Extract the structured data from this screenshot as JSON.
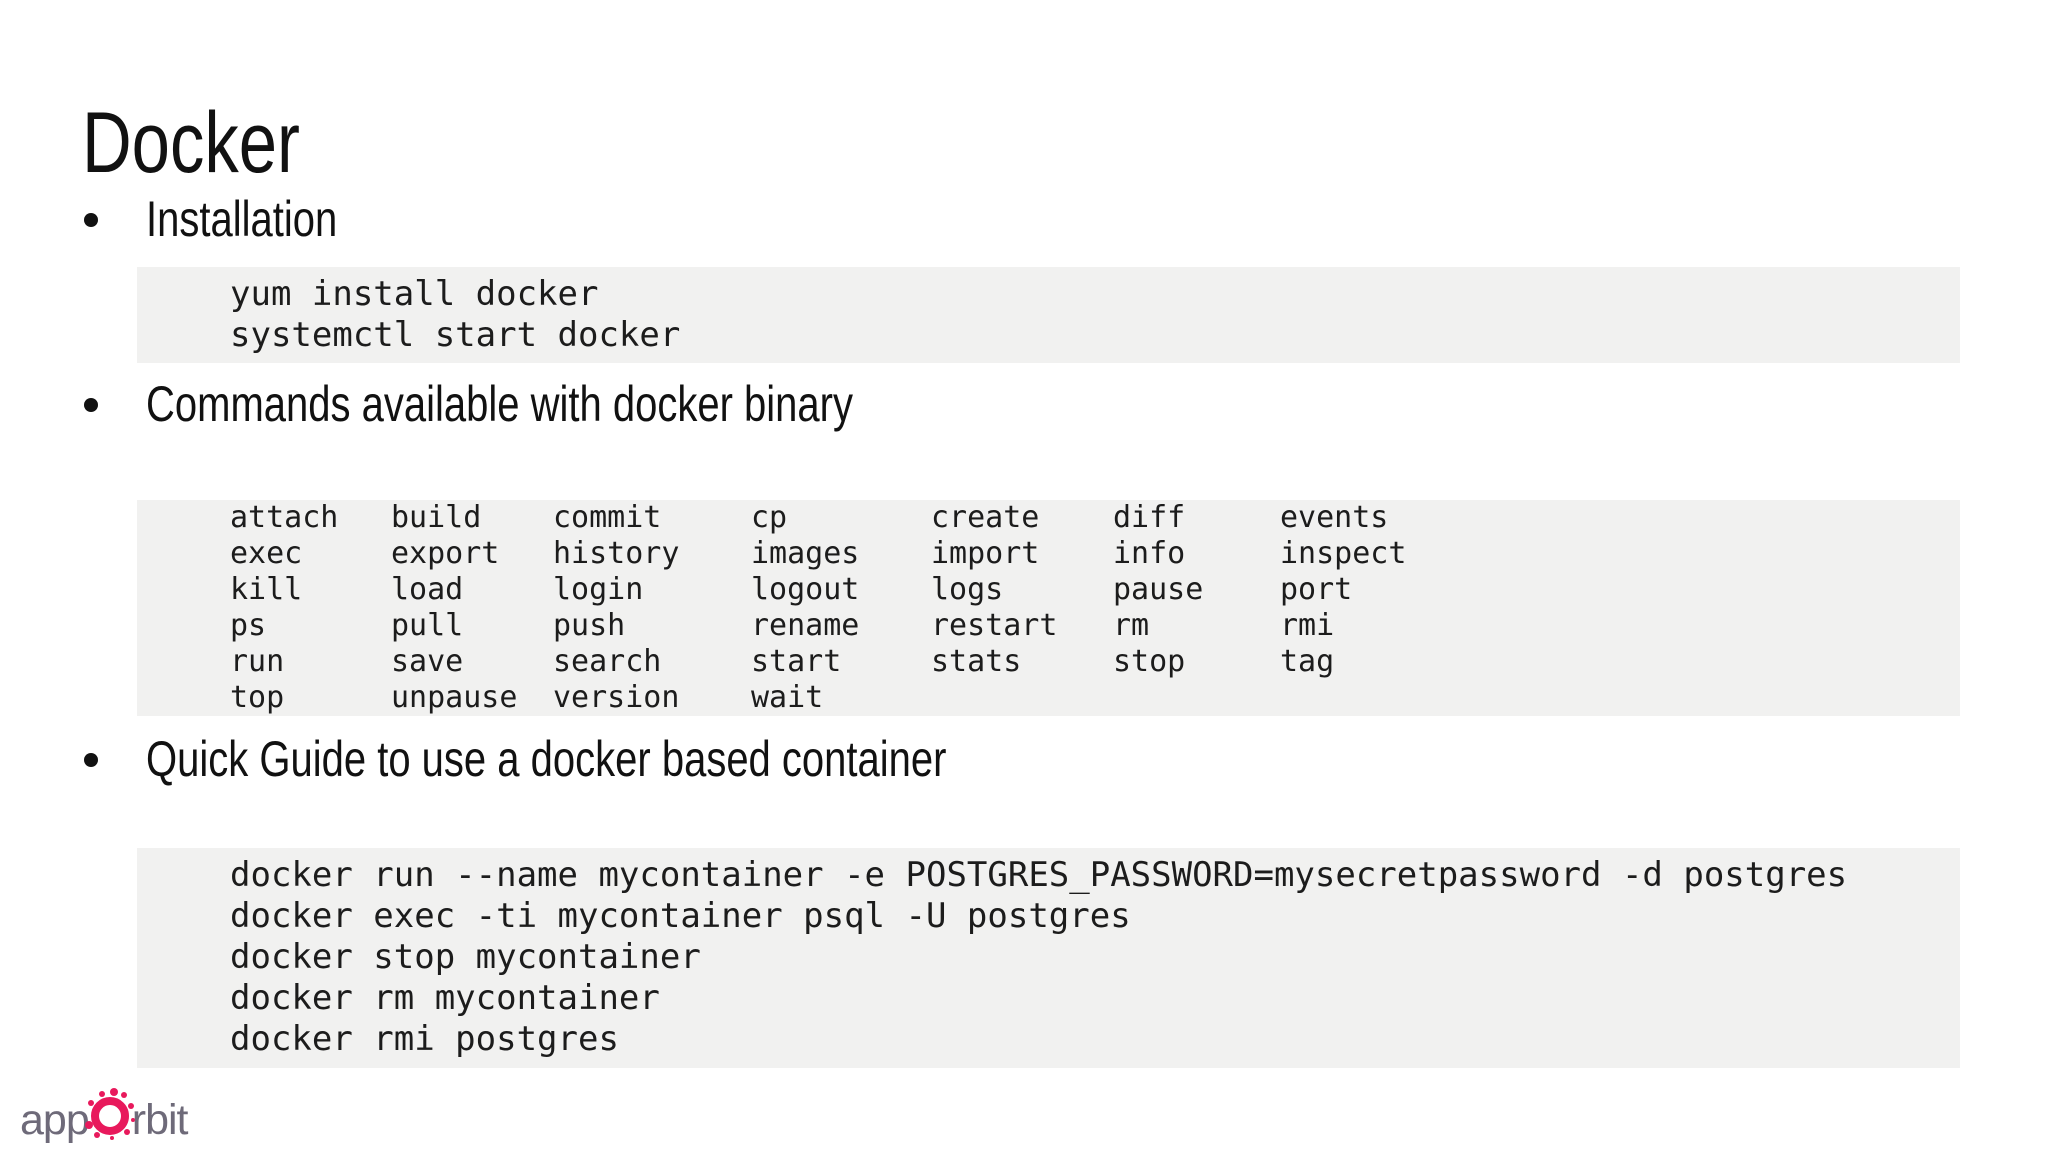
{
  "slide": {
    "title": "Docker",
    "bullets": [
      {
        "label": "Installation"
      },
      {
        "label": "Commands available with docker binary"
      },
      {
        "label": "Quick Guide to use a docker based container"
      }
    ],
    "code_blocks": {
      "install": {
        "lines": [
          "yum install docker",
          "systemctl start docker"
        ]
      },
      "commands": {
        "rows": [
          [
            "attach",
            "build",
            "commit",
            "cp",
            "create",
            "diff",
            "events"
          ],
          [
            "exec",
            "export",
            "history",
            "images",
            "import",
            "info",
            "inspect"
          ],
          [
            "kill",
            "load",
            "login",
            "logout",
            "logs",
            "pause",
            "port"
          ],
          [
            "ps",
            "pull",
            "push",
            "rename",
            "restart",
            "rm",
            "rmi"
          ],
          [
            "run",
            "save",
            "search",
            "start",
            "stats",
            "stop",
            "tag"
          ],
          [
            "top",
            "unpause",
            "version",
            "wait",
            "",
            "",
            ""
          ]
        ]
      },
      "quick_guide": {
        "lines": [
          "docker run --name mycontainer -e POSTGRES_PASSWORD=mysecretpassword -d postgres",
          "docker exec -ti mycontainer psql -U postgres",
          "docker stop mycontainer",
          "docker rm mycontainer",
          "docker rmi postgres"
        ]
      }
    },
    "logo": {
      "prefix": "app",
      "suffix": "rbit"
    },
    "colors": {
      "code_background": "#f1f1f0",
      "text": "#111111",
      "logo_gray": "#6e6a79",
      "logo_pink": "#e8195c"
    }
  }
}
